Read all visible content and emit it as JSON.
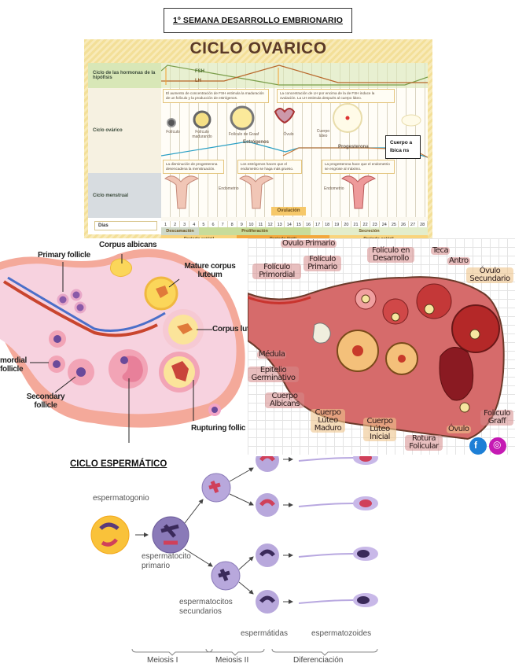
{
  "header": {
    "title": "1º SEMANA DESARROLLO EMBRIONARIO"
  },
  "ovarian_chart": {
    "title": "CICLO OVARICO",
    "row_labels": {
      "hormones": "Ciclo de las hormonas de la hipófisis",
      "ovarian": "Ciclo ovárico",
      "menstrual": "Ciclo menstrual",
      "days": "Días"
    },
    "hormones": {
      "fsh": "FSH",
      "lh": "LH"
    },
    "notes": {
      "fsh_note": "El aumento de concentración de FSH estimula la maduración de un folículo y la producción de estrógenos.",
      "lh_note": "La concentración de LH por encima de la de FSH induce la ovulación. La LH estimula después al cuerpo lúteo.",
      "menstruation_note": "La disminución de progesterona desencadena la menstruación.",
      "estrogen_note": "Los estrógenos hacen que el endometrio se haga más grueso.",
      "progesterone_note": "La progesterona hace que el endometrio se engrose al máximo."
    },
    "stages": [
      "Folículo",
      "Folículo madurando",
      "Folículo de Graaf",
      "Óvulo",
      "Cuerpo lúteo"
    ],
    "hormone_labels": {
      "estrogens": "Estrógenos",
      "progesterone": "Progesterona"
    },
    "endometrium_label": "Endometrio",
    "ovulation_label": "Ovulación",
    "days": [
      "1",
      "2",
      "3",
      "4",
      "5",
      "6",
      "7",
      "8",
      "9",
      "10",
      "11",
      "12",
      "13",
      "14",
      "15",
      "16",
      "17",
      "18",
      "19",
      "20",
      "21",
      "22",
      "23",
      "24",
      "25",
      "26",
      "27",
      "28"
    ],
    "phases": [
      "Descamación",
      "Proliferación",
      "Secreción"
    ],
    "periods": [
      "Periodo estéril",
      "Periodo fértil",
      "Periodo estéril"
    ],
    "overlay_label": "Cuerpo a lbica ns"
  },
  "ovary_left": {
    "labels": {
      "primary_follicle": "Primary follicle",
      "corpus_albicans": "Corpus albicans",
      "mature_corpus_luteum": "Mature corpus luteum",
      "corpus_luteum": "Corpus lut",
      "primordial_follicle": "mordial follicle",
      "secondary_follicle": "Secondary follicle",
      "rupturing_follicle": "Rupturing follic"
    }
  },
  "ovary_right": {
    "labels": {
      "ovulo_primario": "Ovulo Primario",
      "foliculo_primordial": "Folículo Primordial",
      "foliculo_primario": "Folículo Primario",
      "foliculo_desarrollo": "Folículo en Desarrollo",
      "teca": "Teca",
      "antro": "Antro",
      "ovulo_secundario": "Óvulo Secundario",
      "medula": "Médula",
      "epitelio": "Epitelio Germinativo",
      "cuerpo_albicans": "Cuerpo Albicans",
      "cuerpo_luteo_maduro": "Cuerpo Lúteo Maduro",
      "cuerpo_luteo_inicial": "Cuerpo Lúteo Inicial",
      "rotura_folicular": "Rotura Folicular",
      "ovulo": "Óvulo",
      "foliculo_graff": "Folículo Graff"
    },
    "social": {
      "facebook": "f",
      "instagram": "◎"
    }
  },
  "sperm_cycle": {
    "title": "CICLO ESPERMÁTICO",
    "labels": {
      "espermatogonio": "espermatogonio",
      "espermatocito_primario_1": "espermatocito",
      "espermatocito_primario_2": "primario",
      "espermatocitos_sec_1": "espermatocitos",
      "espermatocitos_sec_2": "secundarios",
      "espermatidas": "espermátidas",
      "espermatozoides": "espermatozoides"
    },
    "stages": [
      "Meiosis I",
      "Meiosis II",
      "Diferenciación"
    ]
  }
}
